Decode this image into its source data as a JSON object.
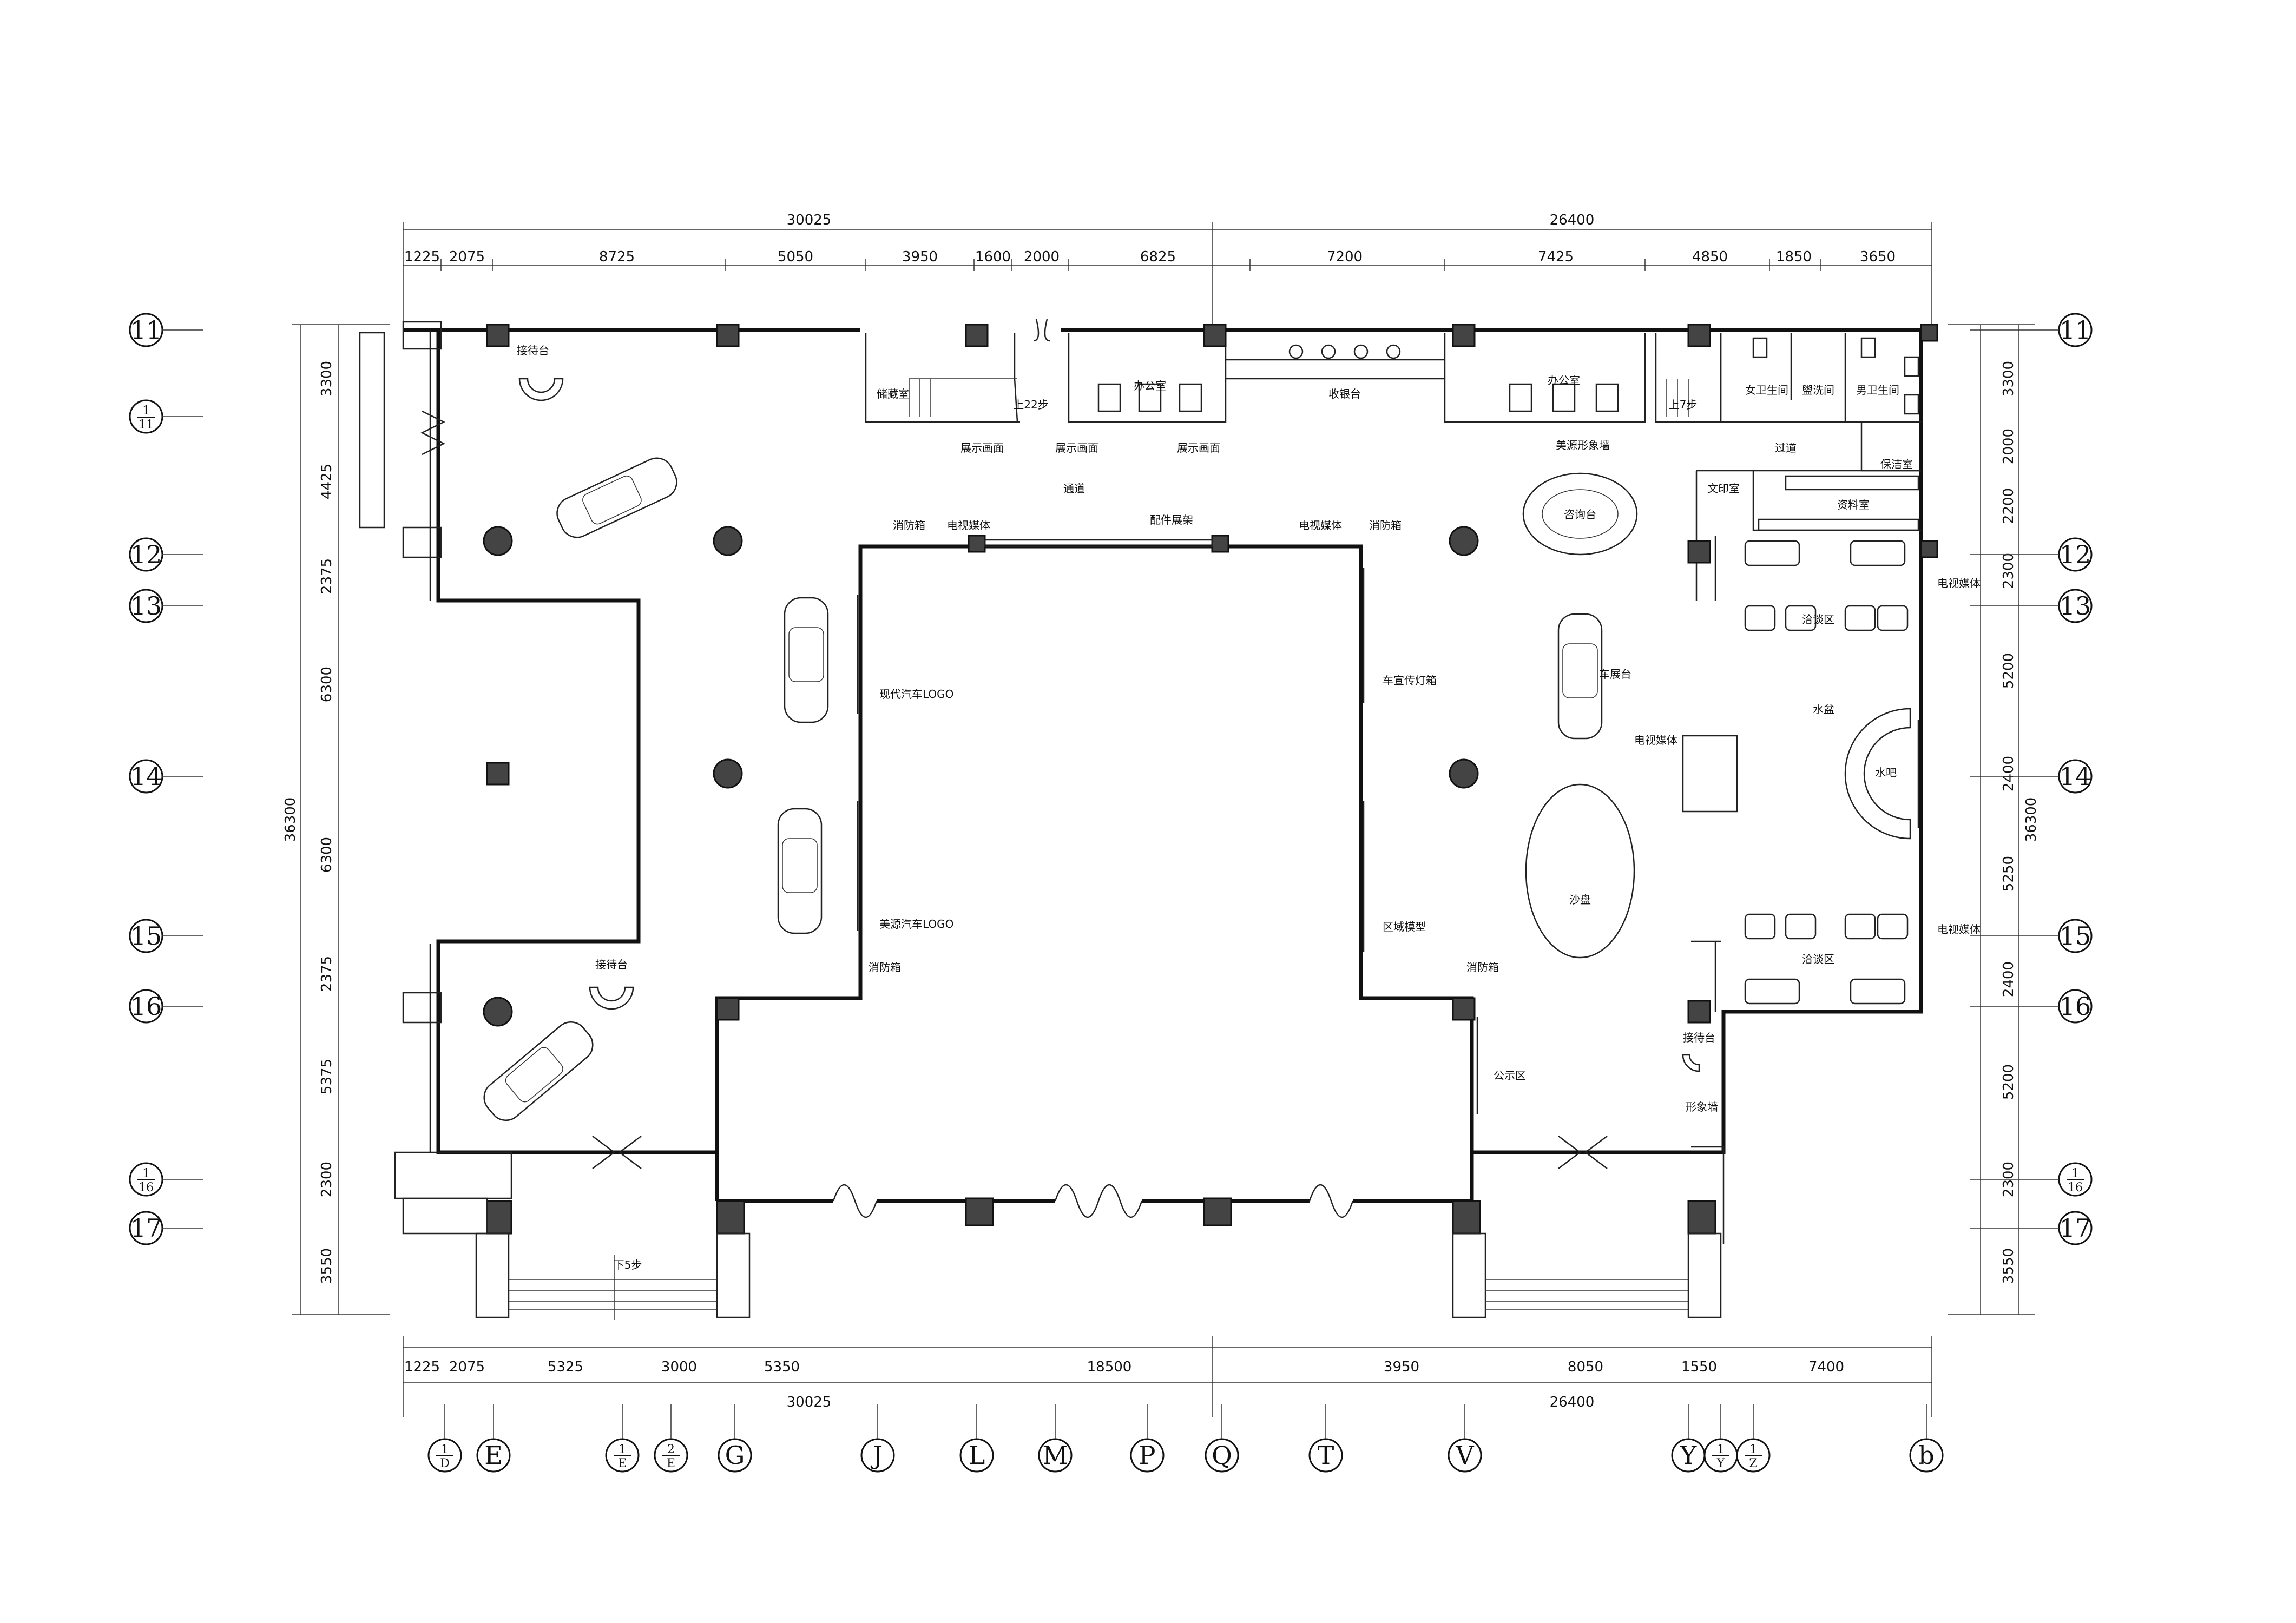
{
  "dimensions": {
    "top_total": [
      "30025",
      "26400"
    ],
    "top_segments": [
      "1225",
      "2075",
      "8725",
      "5050",
      "3950",
      "1600",
      "2000",
      "6825",
      "7200",
      "7425",
      "4850",
      "1850",
      "3650"
    ],
    "bottom_segments": [
      "1225",
      "2075",
      "5325",
      "3000",
      "5350",
      "18500",
      "3950",
      "8050",
      "1550",
      "7400"
    ],
    "bottom_total": [
      "30025",
      "26400"
    ],
    "left_segments": [
      "3300",
      "4425",
      "2375",
      "6300",
      "6300",
      "2375",
      "5375",
      "2300",
      "3550"
    ],
    "left_total": "36300",
    "right_segments": [
      "3300",
      "2000",
      "2200",
      "2300",
      "5200",
      "2400",
      "5250",
      "2400",
      "5200",
      "2300",
      "3550"
    ],
    "right_total": "36300"
  },
  "axes": {
    "row_markers": [
      {
        "id": "11"
      },
      {
        "num": "1",
        "den": "11"
      },
      {
        "id": "12"
      },
      {
        "id": "13"
      },
      {
        "id": "14"
      },
      {
        "id": "15"
      },
      {
        "id": "16"
      },
      {
        "num": "1",
        "den": "16"
      },
      {
        "id": "17"
      }
    ],
    "column_markers": [
      {
        "num": "1",
        "den": "D"
      },
      {
        "id": "E"
      },
      {
        "num": "1",
        "den": "E"
      },
      {
        "num": "2",
        "den": "E"
      },
      {
        "id": "G"
      },
      {
        "id": "J"
      },
      {
        "id": "L"
      },
      {
        "id": "M"
      },
      {
        "id": "P"
      },
      {
        "id": "Q"
      },
      {
        "id": "T"
      },
      {
        "id": "V"
      },
      {
        "id": "Y"
      },
      {
        "num": "1",
        "den": "Y"
      },
      {
        "num": "1",
        "den": "Z"
      },
      {
        "id": "b"
      }
    ]
  },
  "rooms": {
    "reception_top": "接待台",
    "reception_left": "接待台",
    "reception_right": "接待台",
    "storage": "储藏室",
    "stairs_up_22": "上22步",
    "office_left": "办公室",
    "office_right": "办公室",
    "cashier": "收银台",
    "stairs_up_7": "上7步",
    "female_wc": "女卫生间",
    "washroom": "盥洗间",
    "male_wc": "男卫生间",
    "cleaning": "保洁室",
    "corridor": "过道",
    "print_room": "文印室",
    "archive": "资料室",
    "display_1": "展示画面",
    "display_2": "展示画面",
    "display_3": "展示画面",
    "image_wall_top": "美源形象墙",
    "passage": "通道",
    "consult_desk": "咨询台",
    "fire_box_1": "消防箱",
    "fire_box_2": "消防箱",
    "fire_box_3": "消防箱",
    "fire_box_4": "消防箱",
    "tv_media_1": "电视媒体",
    "tv_media_2": "电视媒体",
    "tv_media_3": "电视媒体",
    "tv_media_4": "电视媒体",
    "tv_media_5": "电视媒体",
    "parts_rack": "配件展架",
    "hyundai_logo": "现代汽车LOGO",
    "meiyuan_logo": "美源汽车LOGO",
    "light_box": "车宣传灯箱",
    "region_model": "区域模型",
    "notice_area": "公示区",
    "negotiation_1": "洽谈区",
    "negotiation_2": "洽谈区",
    "car_stage": "车展台",
    "water_basin": "水盆",
    "water_bar": "水吧",
    "sand_table": "沙盘",
    "image_wall": "形象墙",
    "stairs_down_5": "下5步"
  }
}
